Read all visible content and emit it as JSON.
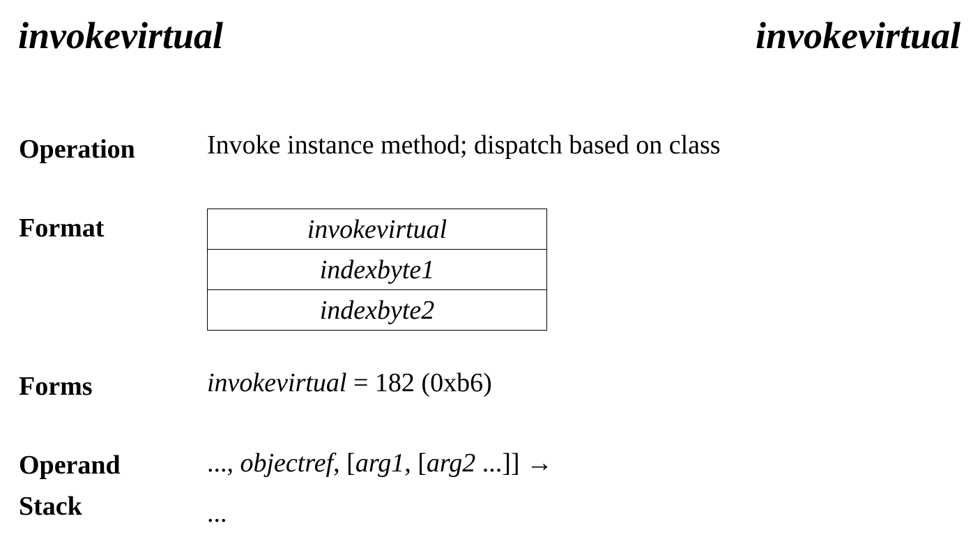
{
  "header": {
    "left_title": "invokevirtual",
    "right_title": "invokevirtual"
  },
  "operation": {
    "label": "Operation",
    "text": "Invoke instance method; dispatch based on class"
  },
  "format": {
    "label": "Format",
    "rows": [
      "invokevirtual",
      "indexbyte1",
      "indexbyte2"
    ]
  },
  "forms": {
    "label": "Forms",
    "opcode": "invokevirtual",
    "value": " = 182 (0xb6)"
  },
  "operand_stack": {
    "label_line1": "Operand",
    "label_line2": "Stack",
    "before_prefix": "..., ",
    "objectref": "objectref",
    "sep1": ", [",
    "arg1": "arg1",
    "sep2": ", [",
    "arg2": "arg2",
    "suffix": " ...]] →",
    "after": "..."
  }
}
